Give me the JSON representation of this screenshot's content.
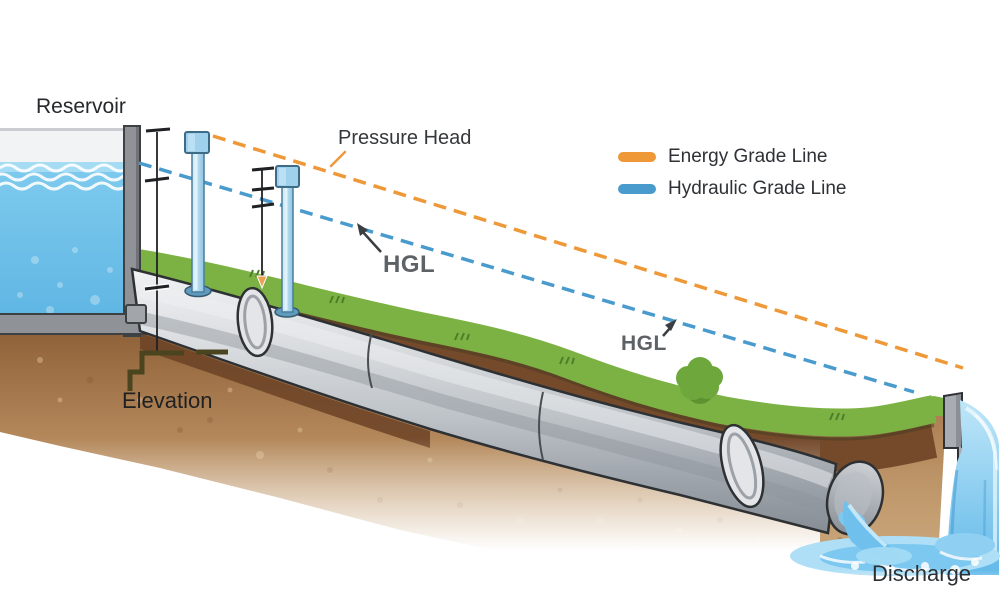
{
  "diagram": {
    "labels": {
      "reservoir": "Reservoir",
      "pressure_head": "Pressure Head",
      "hgl_upper": "HGL",
      "hgl_lower": "HGL",
      "elevation": "Elevation",
      "discharge": "Discharge"
    },
    "legend": {
      "items": [
        {
          "id": "egl",
          "label": "Energy Grade Line",
          "color": "#EE9838"
        },
        {
          "id": "hgl",
          "label": "Hydraulic Grade Line",
          "color": "#4A9BCD"
        }
      ]
    },
    "scene_colors": {
      "reservoir_water": "#74C6EC",
      "pipe_gray": "#C3C7CC",
      "grass_green": "#7CB243",
      "soil_brown": "#A87C50",
      "piezometer_blue": "#9FD0EC",
      "discharge_water": "#7CC8F0"
    }
  }
}
